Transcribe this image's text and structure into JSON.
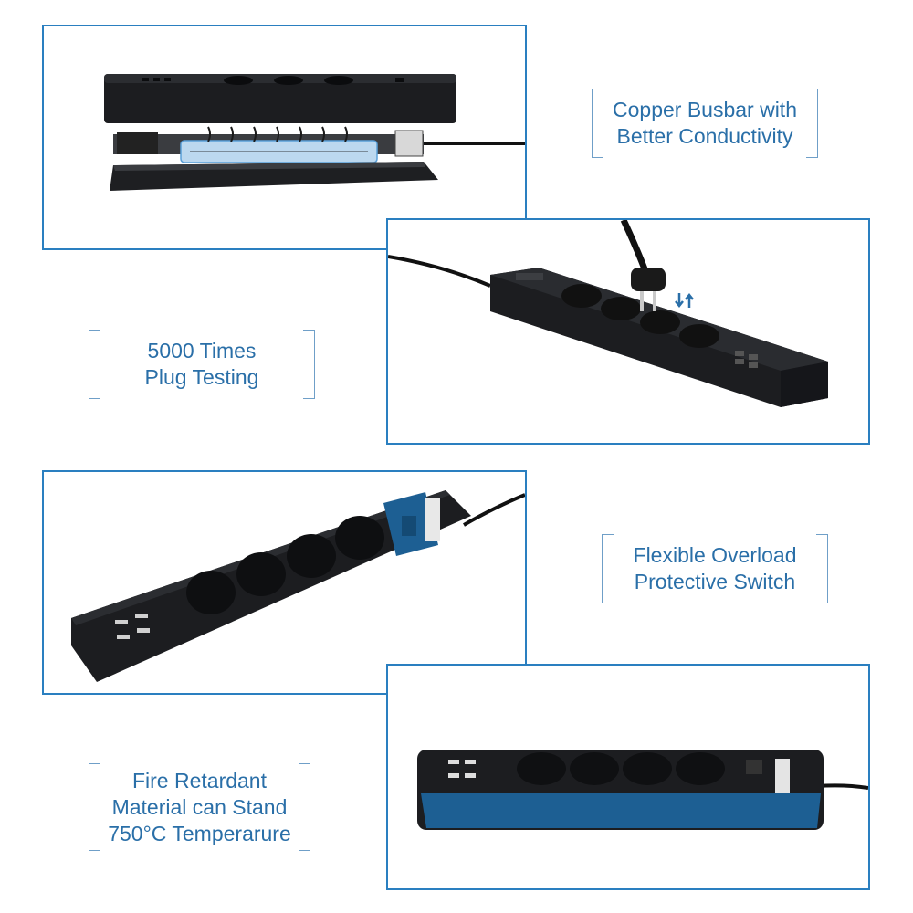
{
  "features": [
    {
      "caption": "Copper Busbar with\nBetter Conductivity",
      "image": "exploded-view-of-power-strip"
    },
    {
      "caption": "5000 Times\nPlug Testing",
      "image": "plug-inserting-into-socket"
    },
    {
      "caption": "Flexible Overload\nProtective Switch",
      "image": "power-strip-with-overload-switch"
    },
    {
      "caption": "Fire Retardant\nMaterial can Stand\n750°C Temperarure",
      "image": "power-strip-side-view"
    }
  ],
  "colors": {
    "frame": "#2a7fc0",
    "caption_text": "#2a6fa8",
    "bracket": "#6f9fc8",
    "strip_body": "#1c1d20",
    "highlight_blue": "#1d5f93"
  }
}
